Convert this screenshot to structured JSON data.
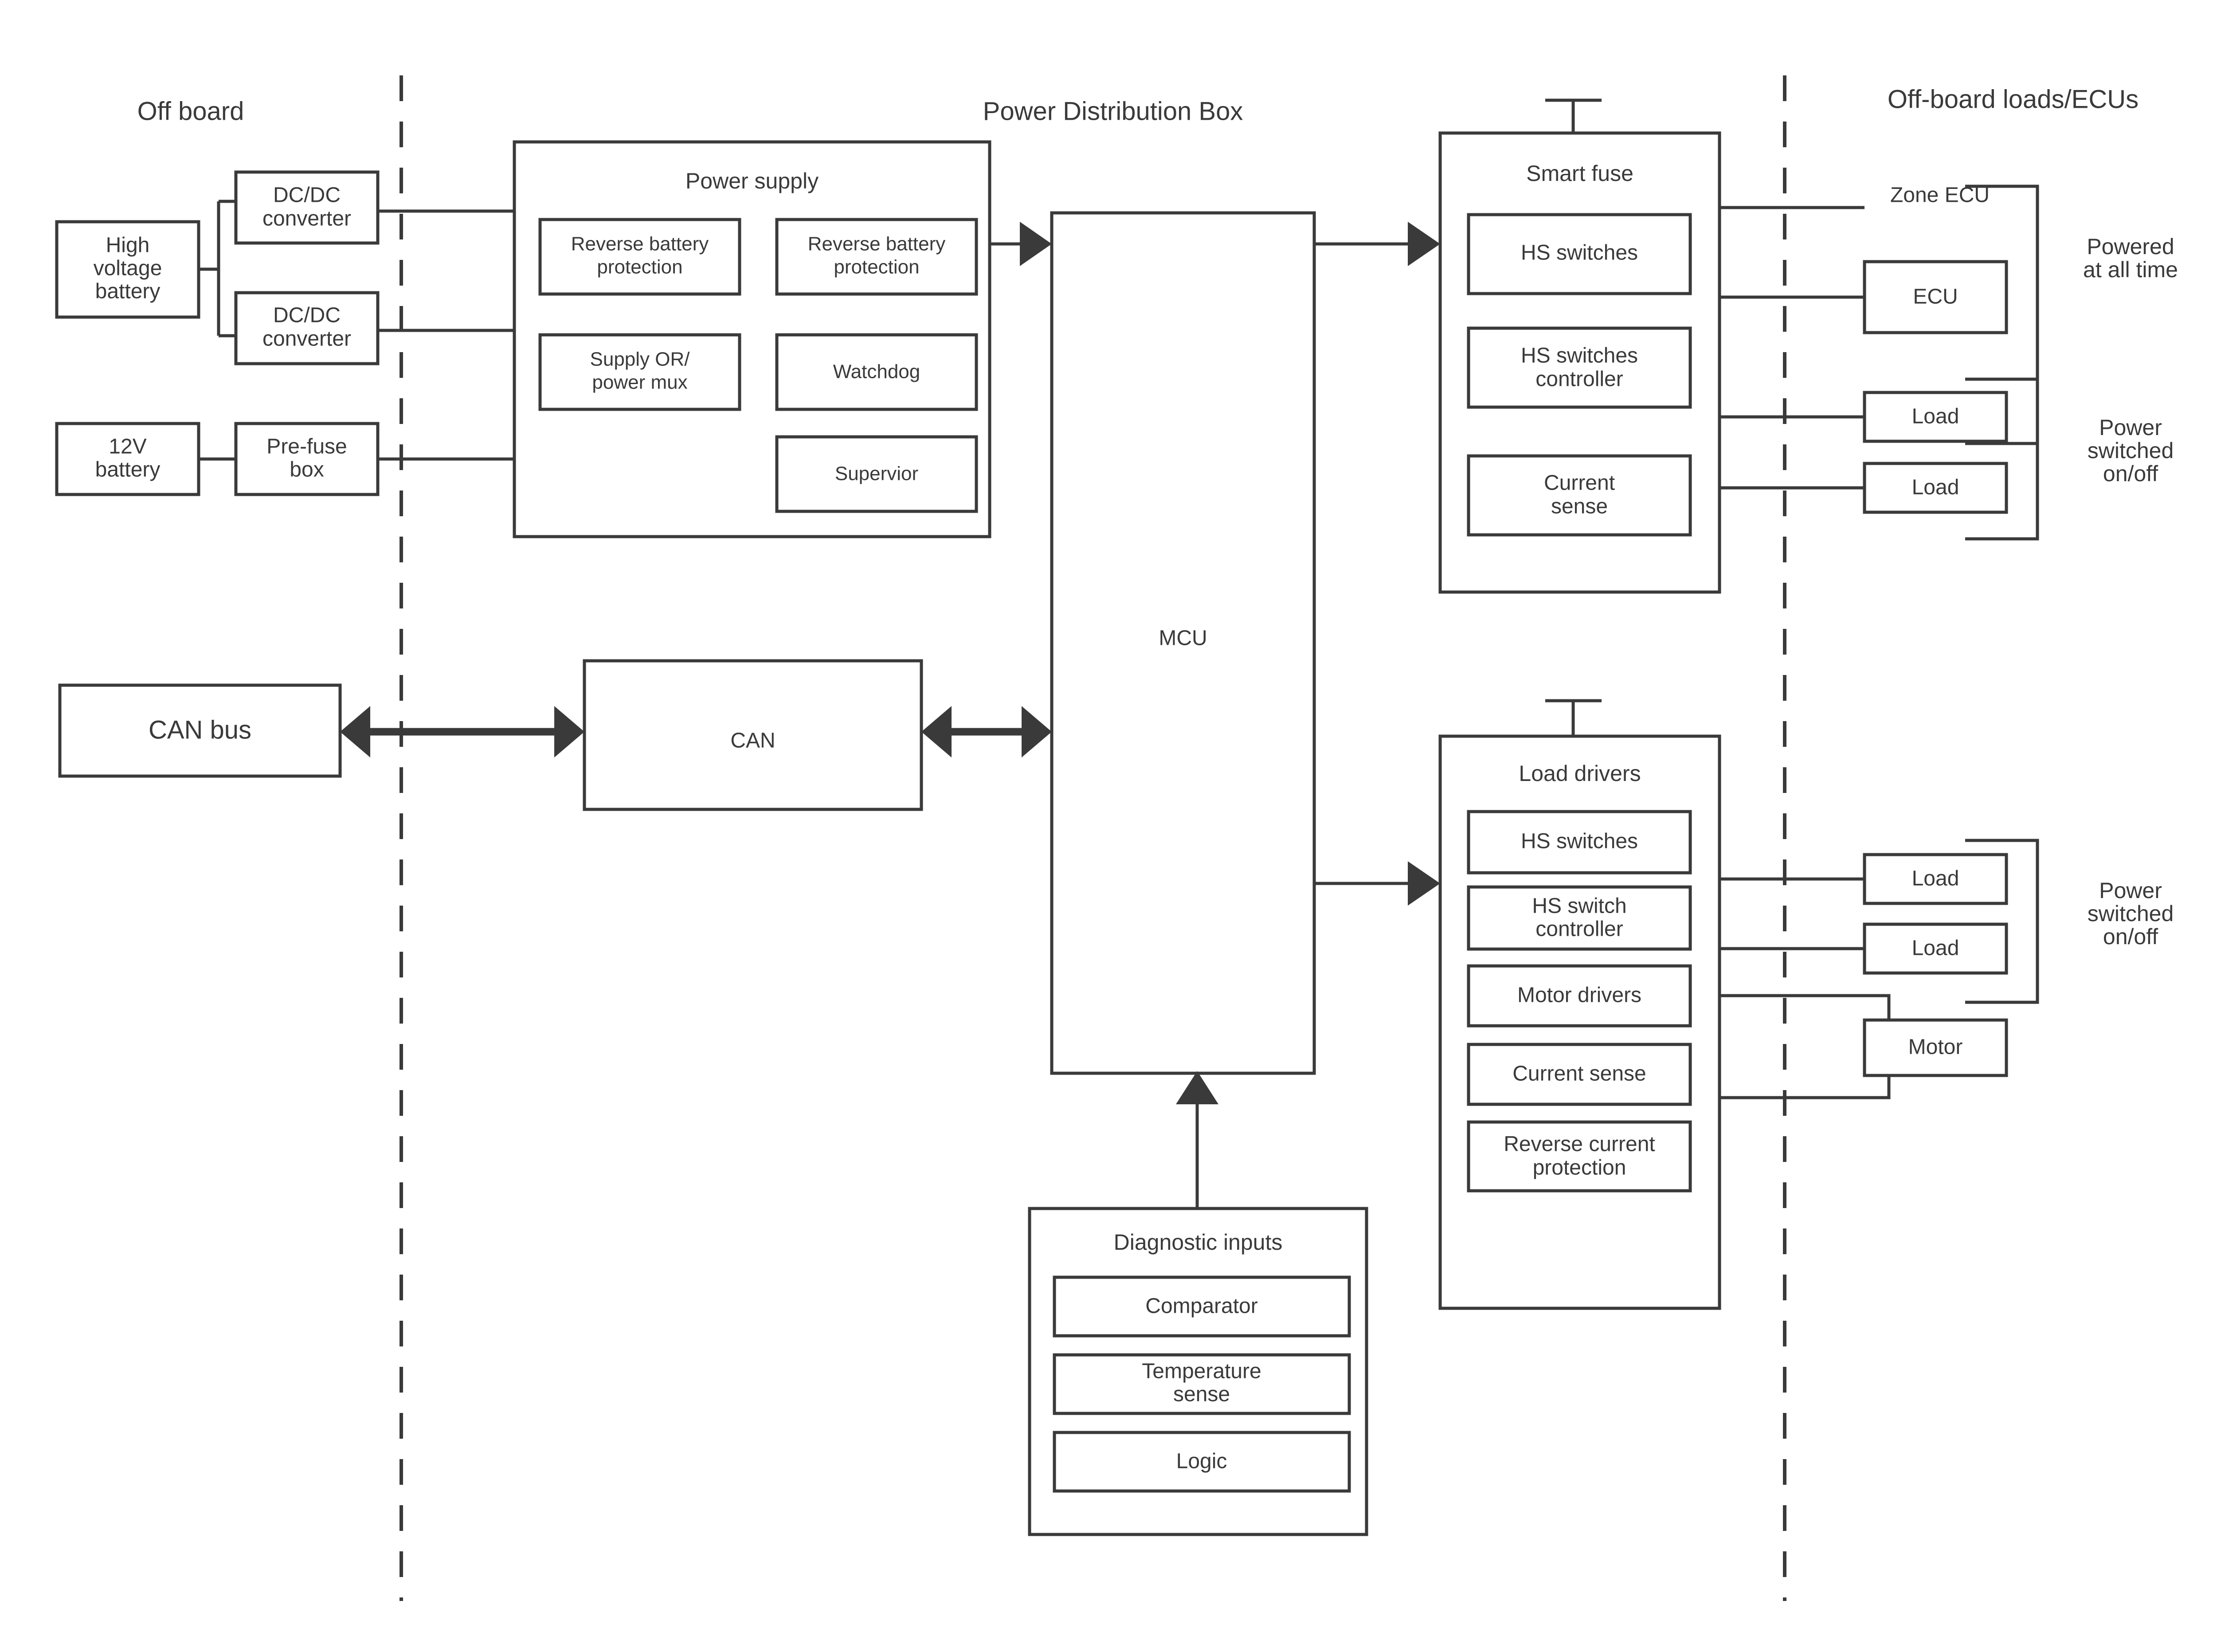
{
  "diagram": {
    "title_columns": {
      "off_board": "Off board",
      "power_distribution_box": "Power Distribution Box",
      "off_board_loads": "Off-board loads/ECUs"
    },
    "off_board": {
      "high_voltage_battery": "High\nvoltage\nbattery",
      "high_voltage_battery_l1": "High",
      "high_voltage_battery_l2": "voltage",
      "high_voltage_battery_l3": "battery",
      "dcdc_converter_1_l1": "DC/DC",
      "dcdc_converter_1_l2": "converter",
      "dcdc_converter_2_l1": "DC/DC",
      "dcdc_converter_2_l2": "converter",
      "battery_12v_l1": "12V",
      "battery_12v_l2": "battery",
      "pre_fuse_box_l1": "Pre-fuse",
      "pre_fuse_box_l2": "box",
      "can_bus": "CAN bus"
    },
    "pdb": {
      "power_supply_title": "Power supply",
      "power_supply_blocks": [
        {
          "l1": "Reverse battery",
          "l2": "protection"
        },
        {
          "l1": "Reverse battery",
          "l2": "protection"
        },
        {
          "l1": "Supply OR/",
          "l2": "power mux"
        },
        {
          "l1": "Watchdog",
          "l2": ""
        },
        {
          "l1": "Supervior",
          "l2": ""
        }
      ],
      "mcu": "MCU",
      "can": "CAN",
      "smart_fuse_title": "Smart fuse",
      "smart_fuse_blocks": [
        {
          "l1": "HS switches",
          "l2": ""
        },
        {
          "l1": "HS switches",
          "l2": "controller"
        },
        {
          "l1": "Current",
          "l2": "sense"
        }
      ],
      "load_drivers_title": "Load drivers",
      "load_drivers_blocks": [
        {
          "l1": "HS switches",
          "l2": ""
        },
        {
          "l1": "HS switch",
          "l2": "controller"
        },
        {
          "l1": "Motor drivers",
          "l2": ""
        },
        {
          "l1": "Current sense",
          "l2": ""
        },
        {
          "l1": "Reverse current",
          "l2": "protection"
        }
      ],
      "diagnostic_inputs_title": "Diagnostic inputs",
      "diagnostic_inputs_blocks": [
        {
          "l1": "Comparator",
          "l2": ""
        },
        {
          "l1": "Temperature",
          "l2": "sense"
        },
        {
          "l1": "Logic",
          "l2": ""
        }
      ]
    },
    "loads": {
      "zone_ecu": "Zone ECU",
      "ecu": "ECU",
      "load_1": "Load",
      "load_2": "Load",
      "load_3": "Load",
      "load_4": "Load",
      "motor": "Motor",
      "bracket_1_l1": "Powered",
      "bracket_1_l2": "at all time",
      "bracket_2_l1": "Power",
      "bracket_2_l2": "switched",
      "bracket_2_l3": "on/off",
      "bracket_3_l1": "Power",
      "bracket_3_l2": "switched",
      "bracket_3_l3": "on/off"
    },
    "colors": {
      "stroke": "#3a3a3a",
      "background": "#ffffff"
    }
  }
}
